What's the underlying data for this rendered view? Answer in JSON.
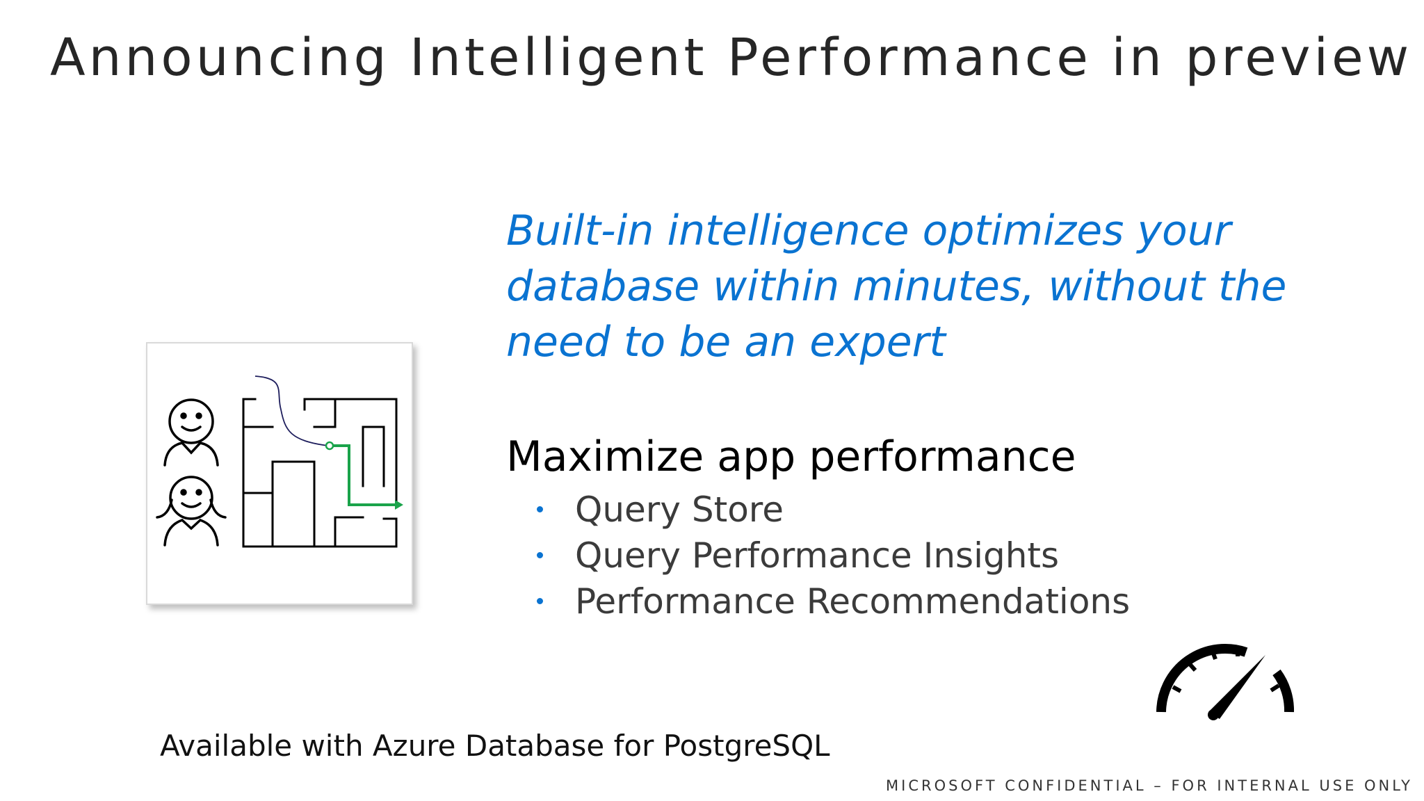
{
  "slide": {
    "title": "Announcing Intelligent Performance in preview",
    "tagline": "Built-in intelligence optimizes your database within minutes, without the need to be an expert",
    "section_heading": "Maximize app performance",
    "bullets": [
      "Query Store",
      "Query Performance Insights",
      "Performance Recommendations"
    ],
    "footer_note": "Available with Azure Database for PostgreSQL",
    "confidential": "MICROSOFT CONFIDENTIAL – FOR INTERNAL USE ONLY"
  },
  "icons": {
    "illustration": "people-maze-icon",
    "gauge": "speedometer-icon"
  },
  "colors": {
    "accent_blue": "#0a73d1",
    "path_green": "#1aa34a",
    "text_dark": "#262626"
  }
}
